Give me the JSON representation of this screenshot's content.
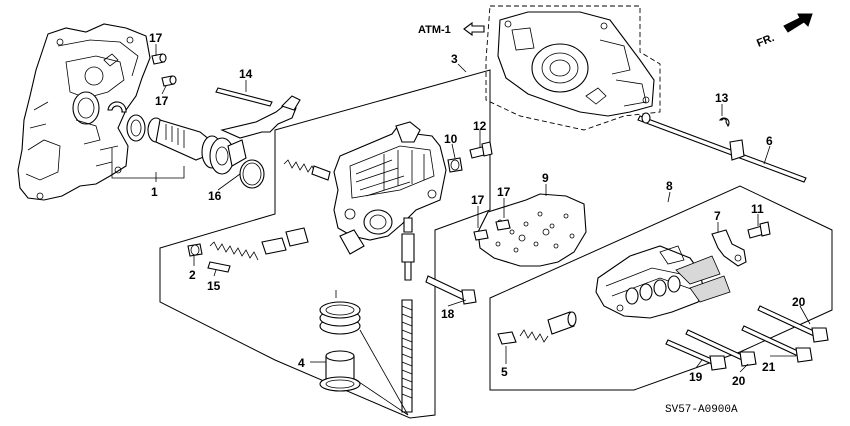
{
  "diagram": {
    "ref_label": "ATM-1",
    "orientation_label": "FR.",
    "code": "SV57-A0900A",
    "callouts": [
      "1",
      "2",
      "3",
      "4",
      "5",
      "6",
      "7",
      "8",
      "9",
      "10",
      "11",
      "12",
      "13",
      "14",
      "15",
      "16",
      "17",
      "17",
      "17",
      "17",
      "18",
      "19",
      "20",
      "20",
      "21"
    ]
  }
}
